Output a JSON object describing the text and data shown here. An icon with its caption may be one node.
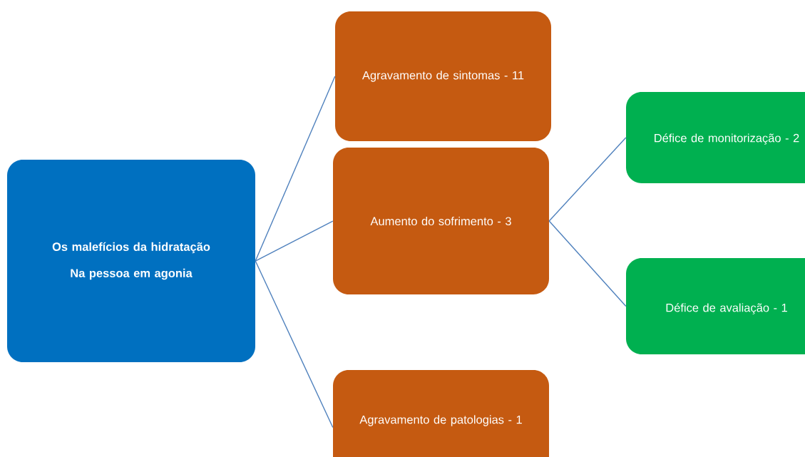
{
  "diagram": {
    "nodes": [
      {
        "text": [
          "Os malefícios da hidratação Na pessoa em agonia"
        ]
      },
      {
        "text": [
          "Agravamento de sintomas - 11"
        ]
      },
      {
        "text": [
          "Aumento do sofrimento - 3"
        ]
      },
      {
        "text": [
          "Agravamento de patologias - 1"
        ]
      },
      {
        "text": [
          "Défice de monitorização - 2"
        ]
      },
      {
        "text": [
          "Défice de avaliação - 1"
        ]
      }
    ],
    "edges": [
      {
        "from": 0,
        "to": 1,
        "arrow": "none"
      },
      {
        "from": 0,
        "to": 2,
        "arrow": "none"
      },
      {
        "from": 0,
        "to": 3,
        "arrow": "none"
      },
      {
        "from": 2,
        "to": 4,
        "arrow": "none"
      },
      {
        "from": 2,
        "to": 5,
        "arrow": "none"
      }
    ]
  }
}
